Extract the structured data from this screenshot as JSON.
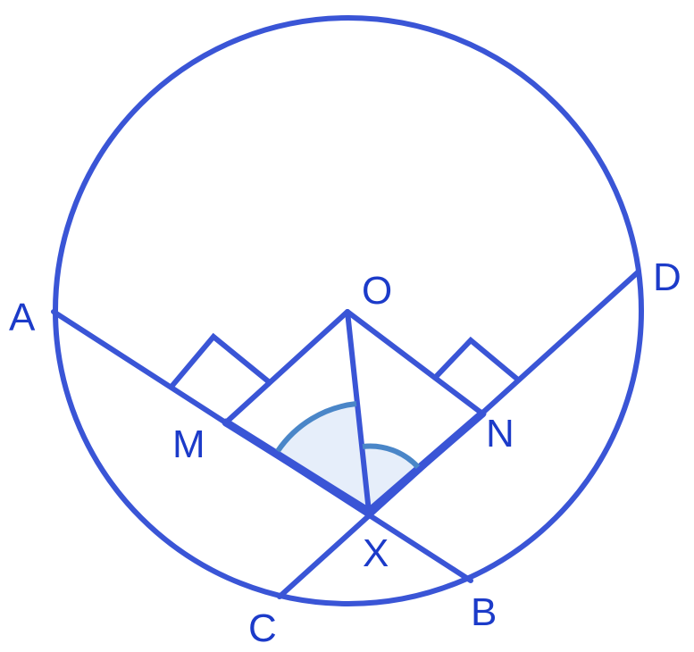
{
  "labels": {
    "A": "A",
    "B": "B",
    "C": "C",
    "D": "D",
    "O": "O",
    "M": "M",
    "N": "N",
    "X": "X"
  },
  "colors": {
    "stroke": "#3a55d6",
    "text": "#1c3bc9",
    "angle_fill": "#e6eefa",
    "angle_arc": "#4a86c8",
    "background": "#ffffff"
  }
}
